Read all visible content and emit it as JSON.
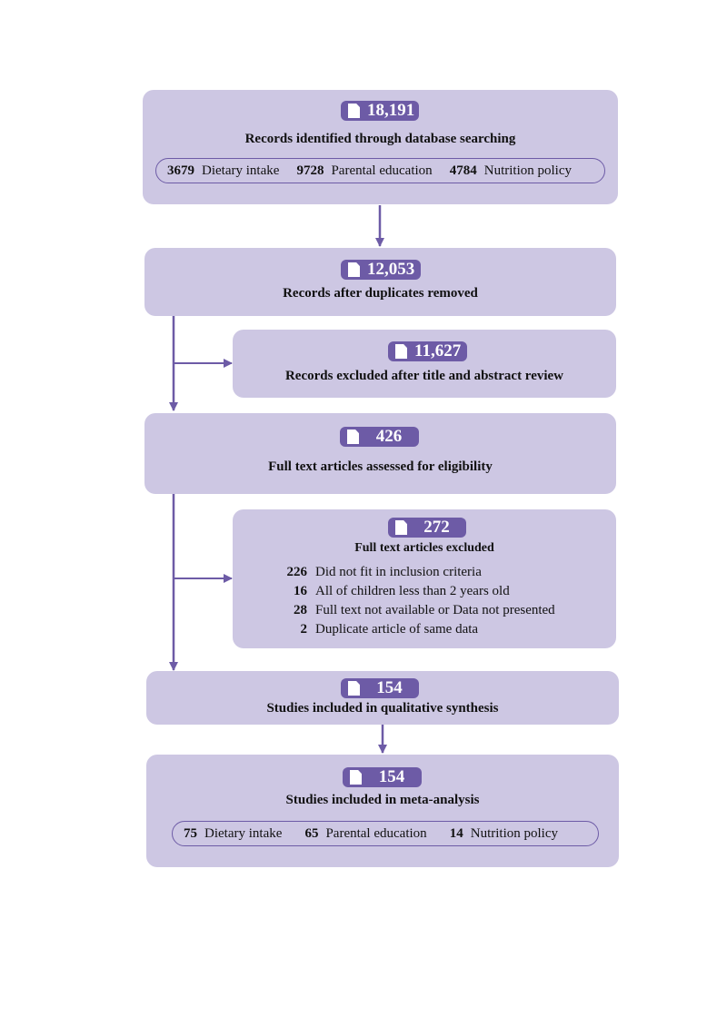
{
  "colors": {
    "box_fill": "#cdc7e3",
    "accent": "#6d5ba6",
    "icon": "document-icon"
  },
  "identified": {
    "count": "18,191",
    "label": "Records identified through database searching",
    "breakdown": [
      {
        "count": "3679",
        "label": "Dietary intake"
      },
      {
        "count": "9728",
        "label": "Parental education"
      },
      {
        "count": "4784",
        "label": "Nutrition policy"
      }
    ]
  },
  "after_duplicates": {
    "count": "12,053",
    "label": "Records after duplicates removed"
  },
  "excluded_title_abstract": {
    "count": "11,627",
    "label": "Records excluded after title and abstract review"
  },
  "full_text_assessed": {
    "count": "426",
    "label": "Full text articles assessed for eligibility"
  },
  "full_text_excluded": {
    "count": "272",
    "label": "Full text articles excluded",
    "reasons": [
      {
        "count": "226",
        "label": "Did not fit in inclusion criteria"
      },
      {
        "count": "16",
        "label": "All of children less than 2 years old"
      },
      {
        "count": "28",
        "label": "Full text not available or Data not presented"
      },
      {
        "count": "2",
        "label": "Duplicate article of same data"
      }
    ]
  },
  "qualitative": {
    "count": "154",
    "label": "Studies included in qualitative synthesis"
  },
  "meta_analysis": {
    "count": "154",
    "label": "Studies included in meta-analysis",
    "breakdown": [
      {
        "count": "75",
        "label": "Dietary intake"
      },
      {
        "count": "65",
        "label": "Parental education"
      },
      {
        "count": "14",
        "label": "Nutrition policy"
      }
    ]
  }
}
